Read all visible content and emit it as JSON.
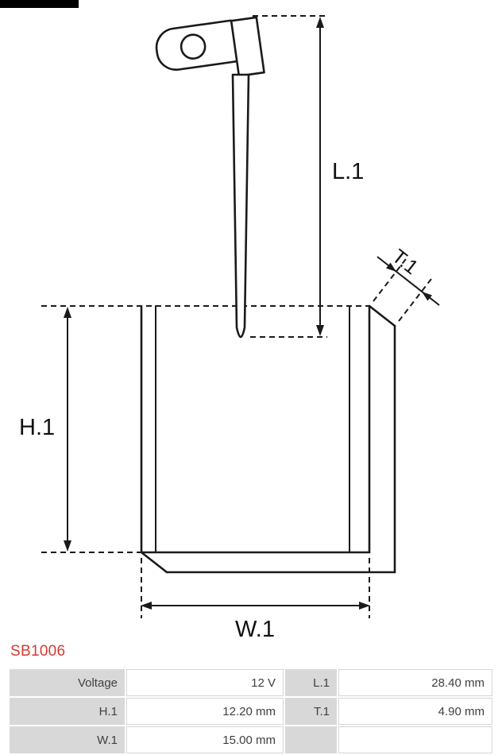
{
  "part_number": {
    "text": "SB1006",
    "color": "#da3832"
  },
  "diagram": {
    "dim_l1": "L.1",
    "dim_h1": "H.1",
    "dim_w1": "W.1",
    "dim_t1": "T.1",
    "line_color": "#1a1a1a"
  },
  "spec_table": {
    "label_bg": "#d8d8d8",
    "rows": [
      {
        "c0": "Voltage",
        "c1": "12 V",
        "c2": "L.1",
        "c3": "28.40 mm"
      },
      {
        "c0": "H.1",
        "c1": "12.20 mm",
        "c2": "T.1",
        "c3": "4.90 mm"
      },
      {
        "c0": "W.1",
        "c1": "15.00 mm",
        "c2": "",
        "c3": ""
      }
    ]
  }
}
